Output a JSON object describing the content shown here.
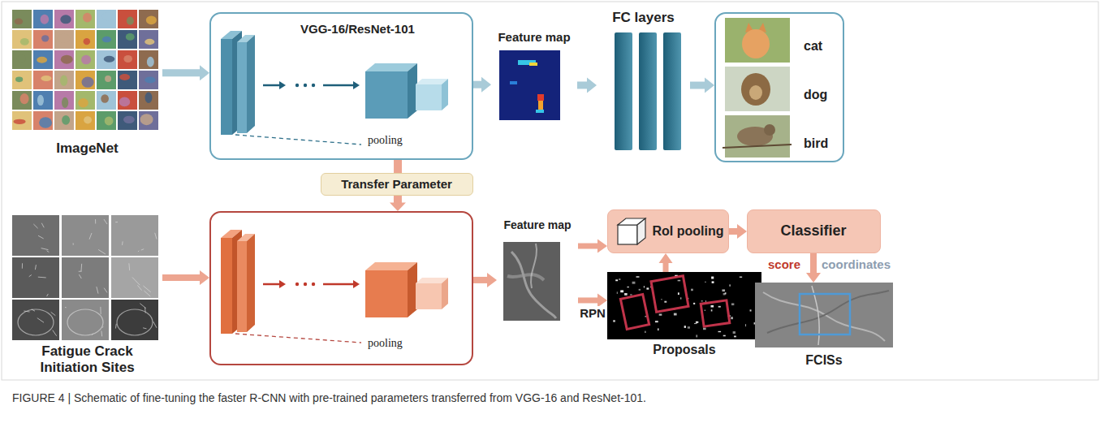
{
  "diagram": {
    "caption": "FIGURE 4 | Schematic of fine-tuning the faster R-CNN with pre-trained parameters transferred from VGG-16 and ResNet-101.",
    "nodes": [
      {
        "text": [
          "ImageNet"
        ]
      },
      {
        "text": [
          "VGG-16/ResNet-101",
          "pooling"
        ]
      },
      {
        "text": [
          "Feature map"
        ]
      },
      {
        "text": [
          "FC layers"
        ]
      },
      {
        "text": [
          "cat",
          "dog",
          "bird"
        ]
      },
      {
        "text": [
          "Transfer Parameter"
        ]
      },
      {
        "text": [
          "Fatigue Crack Initiation Sites"
        ]
      },
      {
        "text": [
          "pooling"
        ]
      },
      {
        "text": [
          "Feature map"
        ]
      },
      {
        "text": [
          "RoI pooling"
        ]
      },
      {
        "text": [
          "Classifier"
        ]
      },
      {
        "text": [
          "Proposals"
        ]
      },
      {
        "text": [
          "FCISs"
        ]
      }
    ],
    "edges": [
      {
        "from": 0,
        "to": 1,
        "arrow": "to"
      },
      {
        "from": 1,
        "to": 2,
        "arrow": "to"
      },
      {
        "from": 2,
        "to": 3,
        "arrow": "to"
      },
      {
        "from": 3,
        "to": 4,
        "arrow": "to"
      },
      {
        "from": 1,
        "to": 5,
        "arrow": "none"
      },
      {
        "from": 5,
        "to": 7,
        "arrow": "to"
      },
      {
        "from": 6,
        "to": 7,
        "arrow": "to"
      },
      {
        "from": 7,
        "to": 8,
        "arrow": "to"
      },
      {
        "from": 8,
        "to": 9,
        "arrow": "to"
      },
      {
        "from": 8,
        "to": 11,
        "label": "RPN",
        "arrow": "to"
      },
      {
        "from": 11,
        "to": 9,
        "arrow": "to"
      },
      {
        "from": 9,
        "to": 10,
        "arrow": "to"
      },
      {
        "from": 10,
        "to": 12,
        "arrow": "to"
      }
    ],
    "labels": [
      "score",
      "coordinates"
    ]
  }
}
